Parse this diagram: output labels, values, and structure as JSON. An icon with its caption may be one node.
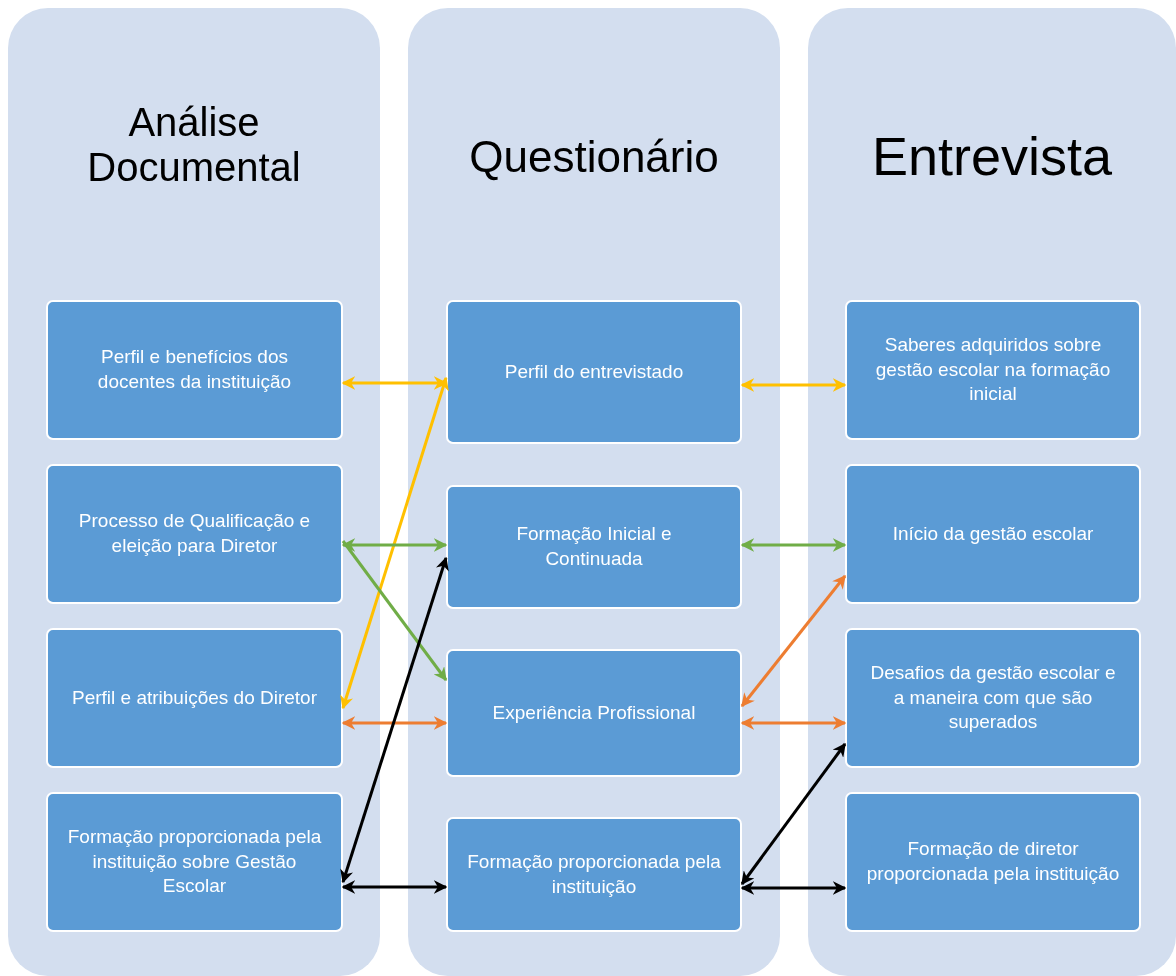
{
  "diagram": {
    "nodes": [
      {
        "text": [
          "Análise Documental"
        ]
      },
      {
        "text": [
          "Perfil e benefícios dos docentes da instituição"
        ],
        "in": 0
      },
      {
        "text": [
          "Processo de Qualificação e eleição para Diretor"
        ],
        "in": 0
      },
      {
        "text": [
          "Perfil e atribuições do Diretor"
        ],
        "in": 0
      },
      {
        "text": [
          "Formação proporcionada pela instituição sobre Gestão Escolar"
        ],
        "in": 0
      },
      {
        "text": [
          "Questionário"
        ]
      },
      {
        "text": [
          "Perfil do entrevistado"
        ],
        "in": 5
      },
      {
        "text": [
          "Formação Inicial e Continuada"
        ],
        "in": 5
      },
      {
        "text": [
          "Experiência Profissional"
        ],
        "in": 5
      },
      {
        "text": [
          "Formação proporcionada pela instituição"
        ],
        "in": 5
      },
      {
        "text": [
          "Entrevista"
        ]
      },
      {
        "text": [
          "Saberes adquiridos sobre gestão escolar na formação inicial"
        ],
        "in": 10
      },
      {
        "text": [
          "Início da gestão escolar"
        ],
        "in": 10
      },
      {
        "text": [
          "Desafios da gestão escolar e a maneira com que são superados"
        ],
        "in": 10
      },
      {
        "text": [
          "Formação de diretor proporcionada pela instituição"
        ],
        "in": 10
      }
    ],
    "edges": [
      {
        "from": 1,
        "to": 6,
        "arrow": "both",
        "color": "#ffc000"
      },
      {
        "from": 6,
        "to": 11,
        "arrow": "both",
        "color": "#ffc000"
      },
      {
        "from": 3,
        "to": 6,
        "arrow": "both",
        "color": "#ffc000"
      },
      {
        "from": 2,
        "to": 7,
        "arrow": "both",
        "color": "#70ad47"
      },
      {
        "from": 2,
        "to": 8,
        "arrow": "to",
        "color": "#70ad47"
      },
      {
        "from": 7,
        "to": 12,
        "arrow": "both",
        "color": "#70ad47"
      },
      {
        "from": 3,
        "to": 8,
        "arrow": "both",
        "color": "#ed7d31"
      },
      {
        "from": 8,
        "to": 12,
        "arrow": "both",
        "color": "#ed7d31"
      },
      {
        "from": 8,
        "to": 13,
        "arrow": "both",
        "color": "#ed7d31"
      },
      {
        "from": 4,
        "to": 7,
        "arrow": "both"
      },
      {
        "from": 4,
        "to": 9,
        "arrow": "both"
      },
      {
        "from": 9,
        "to": 13,
        "arrow": "both"
      },
      {
        "from": 9,
        "to": 14,
        "arrow": "both"
      }
    ]
  }
}
